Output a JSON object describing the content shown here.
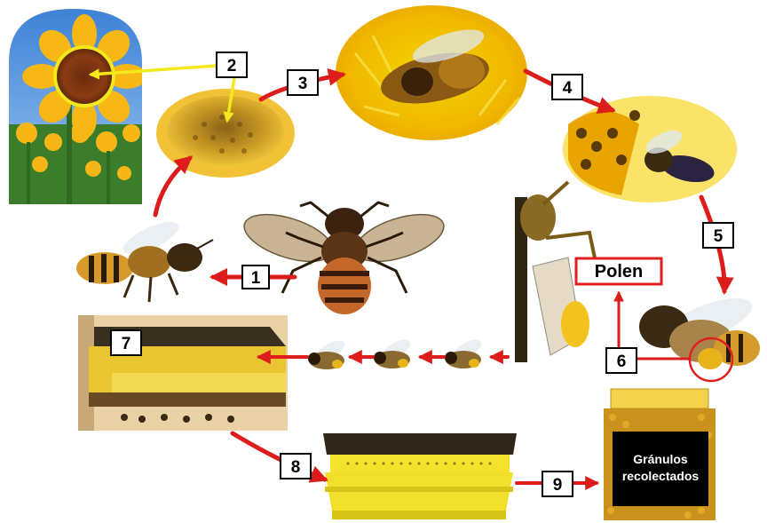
{
  "labels": {
    "polen": "Polen",
    "jar_line1": "Gránulos",
    "jar_line2": "recolectados"
  },
  "steps": [
    "1",
    "2",
    "3",
    "4",
    "5",
    "6",
    "7",
    "8",
    "9"
  ],
  "colors": {
    "arrow_red": "#dd1c1c",
    "pointer_yellow": "#f3e81c",
    "box_stroke": "#000000",
    "polen_border": "#e01f1f",
    "jar_label_bg": "#000000",
    "pollen_gold": "#e8b21a",
    "hive_yellow": "#e8c531",
    "trap_yellow": "#f4e22c"
  },
  "icons": [
    "sunflower-field",
    "sunflower-head",
    "bee-on-flower",
    "bee-approaching-flower",
    "bee-with-pollen-basket",
    "bee-drawing",
    "bee-flying",
    "bee-leg-closeup",
    "beehive",
    "pollen-trap",
    "pollen-jar"
  ]
}
